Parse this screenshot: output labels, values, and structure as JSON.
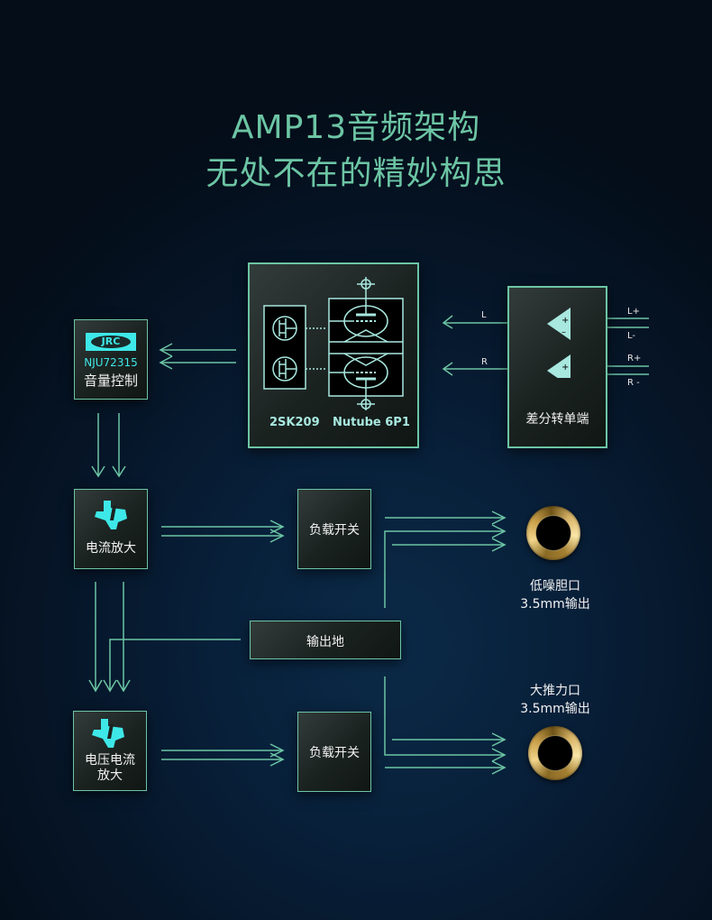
{
  "title": {
    "line1": "AMP13音频架构",
    "line2": "无处不在的精妙构思"
  },
  "colors": {
    "accent": "#6cc5a4",
    "chip_cyan": "#3ee8e8",
    "box_fill": "#1a2220",
    "background": "#08203a",
    "gold": "#d8b467"
  },
  "blocks": {
    "volume": {
      "logo": "JRC",
      "model": "NJU72315",
      "label": "音量控制",
      "icon": "jrc-logo-icon"
    },
    "preamp": {
      "left_label": "2SK209",
      "right_label": "Nutube 6P1",
      "icons": [
        "jfet-transistor-icon",
        "vacuum-tube-icon"
      ]
    },
    "diff": {
      "label": "差分转单端",
      "inputs": [
        "L+",
        "L-",
        "R+",
        "R -"
      ],
      "outputs": [
        "L",
        "R"
      ],
      "icon": "op-amp-icon"
    },
    "current_amp": {
      "label": "电流放大",
      "icon": "ti-logo-icon"
    },
    "vc_amp": {
      "label_line1": "电压电流",
      "label_line2": "放大",
      "icon": "ti-logo-icon"
    },
    "load_switch_1": {
      "label": "负载开关"
    },
    "load_switch_2": {
      "label": "负载开关"
    },
    "ground": {
      "label": "输出地"
    }
  },
  "outputs": {
    "low_noise": {
      "line1": "低噪胆口",
      "line2": "3.5mm输出"
    },
    "high_drive": {
      "line1": "大推力口",
      "line2": "3.5mm输出"
    }
  }
}
